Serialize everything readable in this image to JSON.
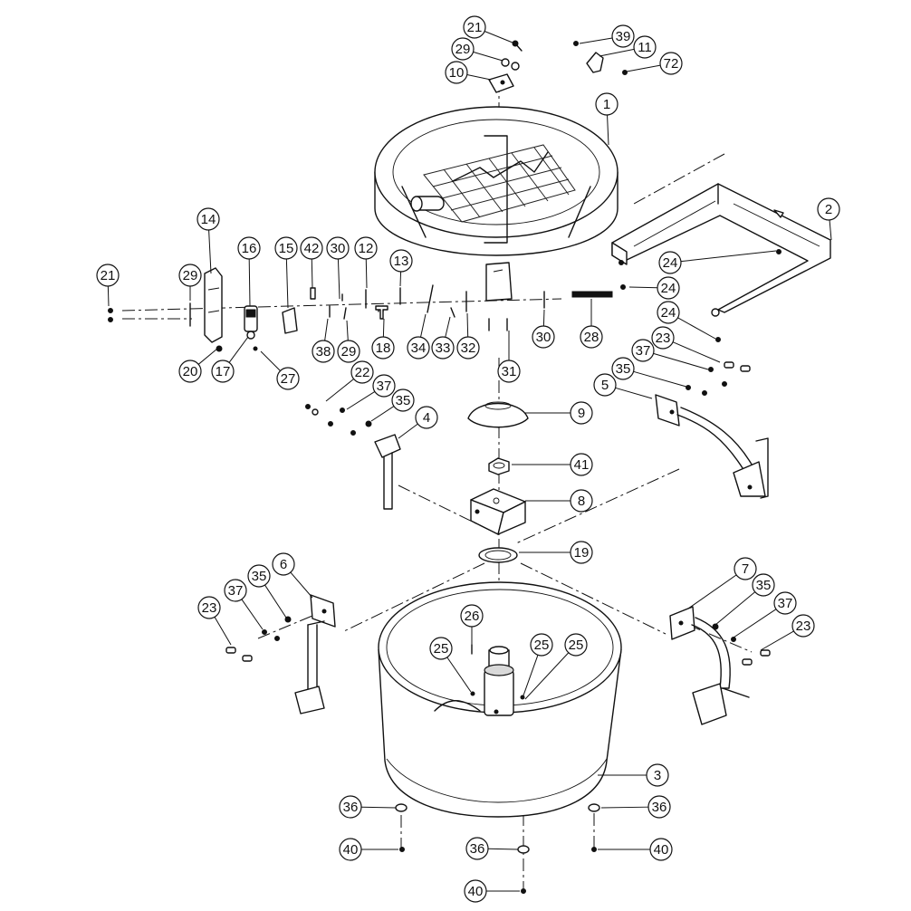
{
  "callouts": [
    {
      "id": "c21-top",
      "label": "21"
    },
    {
      "id": "c29-top",
      "label": "29"
    },
    {
      "id": "c10",
      "label": "10"
    },
    {
      "id": "c39",
      "label": "39"
    },
    {
      "id": "c11",
      "label": "11"
    },
    {
      "id": "c72",
      "label": "72"
    },
    {
      "id": "c1",
      "label": "1"
    },
    {
      "id": "c2",
      "label": "2"
    },
    {
      "id": "c14",
      "label": "14"
    },
    {
      "id": "c16",
      "label": "16"
    },
    {
      "id": "c15",
      "label": "15"
    },
    {
      "id": "c42",
      "label": "42"
    },
    {
      "id": "c30-a",
      "label": "30"
    },
    {
      "id": "c12",
      "label": "12"
    },
    {
      "id": "c13",
      "label": "13"
    },
    {
      "id": "c21-left",
      "label": "21"
    },
    {
      "id": "c29-left",
      "label": "29"
    },
    {
      "id": "c20",
      "label": "20"
    },
    {
      "id": "c17",
      "label": "17"
    },
    {
      "id": "c27",
      "label": "27"
    },
    {
      "id": "c38",
      "label": "38"
    },
    {
      "id": "c29-mid",
      "label": "29"
    },
    {
      "id": "c18",
      "label": "18"
    },
    {
      "id": "c34",
      "label": "34"
    },
    {
      "id": "c33",
      "label": "33"
    },
    {
      "id": "c32",
      "label": "32"
    },
    {
      "id": "c31",
      "label": "31"
    },
    {
      "id": "c30-b",
      "label": "30"
    },
    {
      "id": "c28",
      "label": "28"
    },
    {
      "id": "c24-a",
      "label": "24"
    },
    {
      "id": "c24-b",
      "label": "24"
    },
    {
      "id": "c24-c",
      "label": "24"
    },
    {
      "id": "c23-a",
      "label": "23"
    },
    {
      "id": "c37-a",
      "label": "37"
    },
    {
      "id": "c35-a",
      "label": "35"
    },
    {
      "id": "c5",
      "label": "5"
    },
    {
      "id": "c22",
      "label": "22"
    },
    {
      "id": "c37-b",
      "label": "37"
    },
    {
      "id": "c35-b",
      "label": "35"
    },
    {
      "id": "c4",
      "label": "4"
    },
    {
      "id": "c9",
      "label": "9"
    },
    {
      "id": "c41",
      "label": "41"
    },
    {
      "id": "c8",
      "label": "8"
    },
    {
      "id": "c19",
      "label": "19"
    },
    {
      "id": "c6",
      "label": "6"
    },
    {
      "id": "c23-b",
      "label": "23"
    },
    {
      "id": "c37-c",
      "label": "37"
    },
    {
      "id": "c35-c",
      "label": "35"
    },
    {
      "id": "c26",
      "label": "26"
    },
    {
      "id": "c25-a",
      "label": "25"
    },
    {
      "id": "c25-b",
      "label": "25"
    },
    {
      "id": "c25-c",
      "label": "25"
    },
    {
      "id": "c7",
      "label": "7"
    },
    {
      "id": "c35-d",
      "label": "35"
    },
    {
      "id": "c37-d",
      "label": "37"
    },
    {
      "id": "c23-c",
      "label": "23"
    },
    {
      "id": "c3",
      "label": "3"
    },
    {
      "id": "c36-a",
      "label": "36"
    },
    {
      "id": "c36-b",
      "label": "36"
    },
    {
      "id": "c36-c",
      "label": "36"
    },
    {
      "id": "c40-a",
      "label": "40"
    },
    {
      "id": "c40-b",
      "label": "40"
    },
    {
      "id": "c40-c",
      "label": "40"
    }
  ]
}
